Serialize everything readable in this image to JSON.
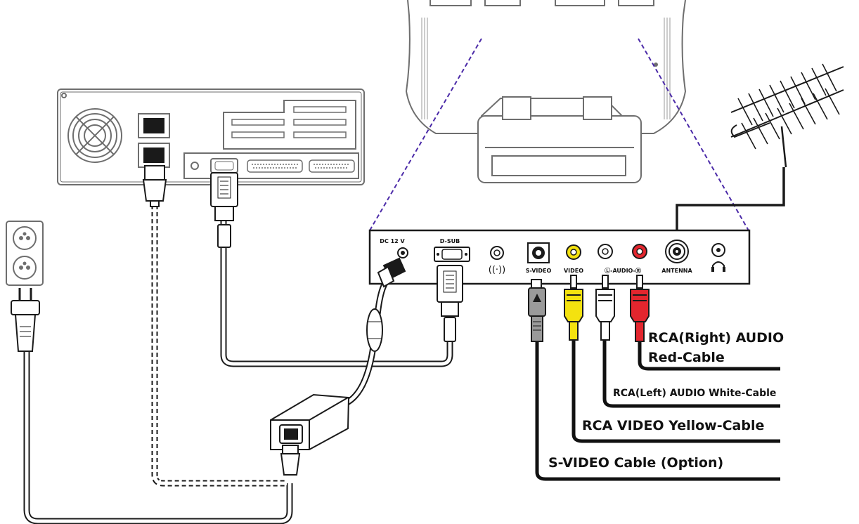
{
  "panel_labels": {
    "dc": "DC 12 V",
    "dsub": "D-SUB",
    "svideo": "S-VIDEO",
    "video": "VIDEO",
    "audio": "Ⓛ-AUDIO-Ⓡ",
    "antenna": "ANTENNA"
  },
  "callouts": {
    "rca_right_line1": "RCA(Right) AUDIO",
    "rca_right_line2": "Red-Cable",
    "rca_left": "RCA(Left) AUDIO White-Cable",
    "rca_video": "RCA VIDEO Yellow-Cable",
    "svideo_cable": "S-VIDEO Cable (Option)"
  },
  "colors": {
    "video_yellow": "#f4e20f",
    "audio_red": "#e3262e",
    "audio_white": "#ffffff",
    "outline": "#1a1a1a",
    "gray_outline": "#6e6e6e",
    "zoom_lines": "#4b2aa8",
    "svideo_plug": "#9a9a9a"
  },
  "icons": {
    "computer": "pc-rear-icon",
    "monitor": "monitor-rear-icon",
    "antenna": "yagi-antenna-icon",
    "wall_outlet": "power-outlet-icon",
    "power_plug": "power-plug-icon",
    "adapter": "ac-adapter-icon",
    "headphones": "headphone-icon",
    "signal": "signal-icon"
  }
}
